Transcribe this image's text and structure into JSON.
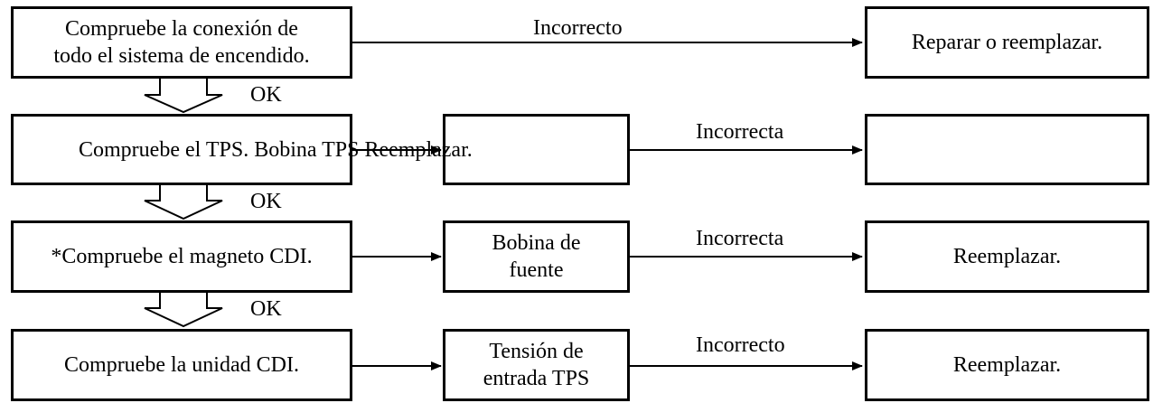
{
  "row1": {
    "step": "Compruebe la conexión de todo el sistema de encendido.",
    "step_line1": "Compruebe la conexión de",
    "step_line2": "todo el sistema de encendido.",
    "fail_label": "Incorrecto",
    "action": "Reparar o reemplazar."
  },
  "ok1": "OK",
  "row2": {
    "step": "Compruebe el TPS. Bobina TPS Reemplazar.",
    "fail_label": "Incorrecta"
  },
  "ok2": "OK",
  "row3": {
    "step": "*Compruebe el magneto CDI.",
    "part_line1": "Bobina de",
    "part_line2": "fuente",
    "fail_label": "Incorrecta",
    "action": "Reemplazar."
  },
  "ok3": "OK",
  "row4": {
    "step": "Compruebe la unidad CDI.",
    "part_line1": "Tensión de",
    "part_line2": "entrada TPS",
    "fail_label": "Incorrecto",
    "action": "Reemplazar."
  }
}
